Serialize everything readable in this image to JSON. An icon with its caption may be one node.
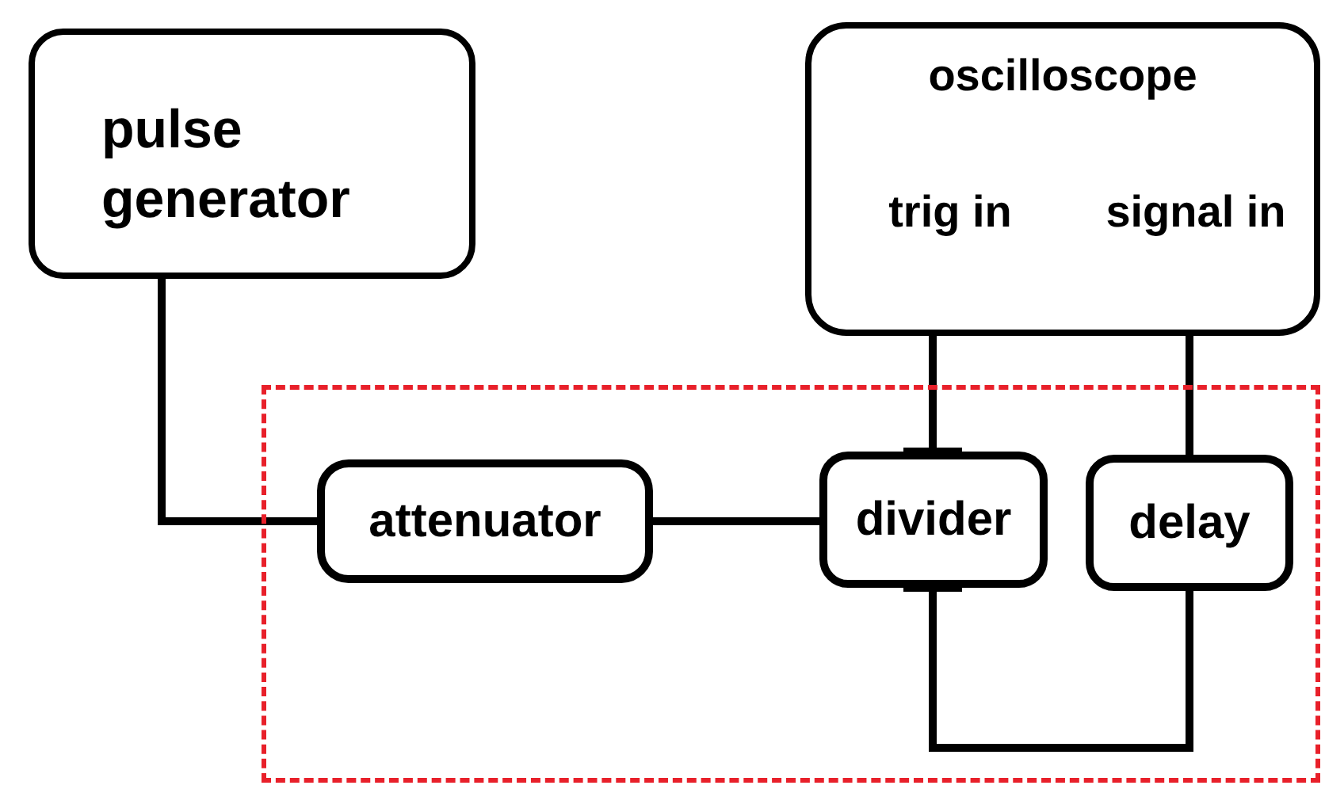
{
  "diagram": {
    "nodes": [
      {
        "text": [
          "pulse generator"
        ]
      },
      {
        "text": [
          "oscilloscope",
          "trig in",
          "signal in"
        ]
      },
      {
        "text": [],
        "shape": "box"
      },
      {
        "text": [
          "attenuator"
        ],
        "in": 2
      },
      {
        "text": [
          "divider"
        ],
        "in": 2
      },
      {
        "text": [
          "delay"
        ],
        "in": 2
      }
    ],
    "edges": [
      {
        "from": 0,
        "to": 3,
        "arrow": "none"
      },
      {
        "from": 3,
        "to": 4,
        "arrow": "none"
      },
      {
        "from": 4,
        "to": 1,
        "arrow": "other"
      },
      {
        "from": 1,
        "to": 5,
        "arrow": "none"
      },
      {
        "from": 4,
        "to": 5,
        "arrow": "other"
      }
    ]
  }
}
